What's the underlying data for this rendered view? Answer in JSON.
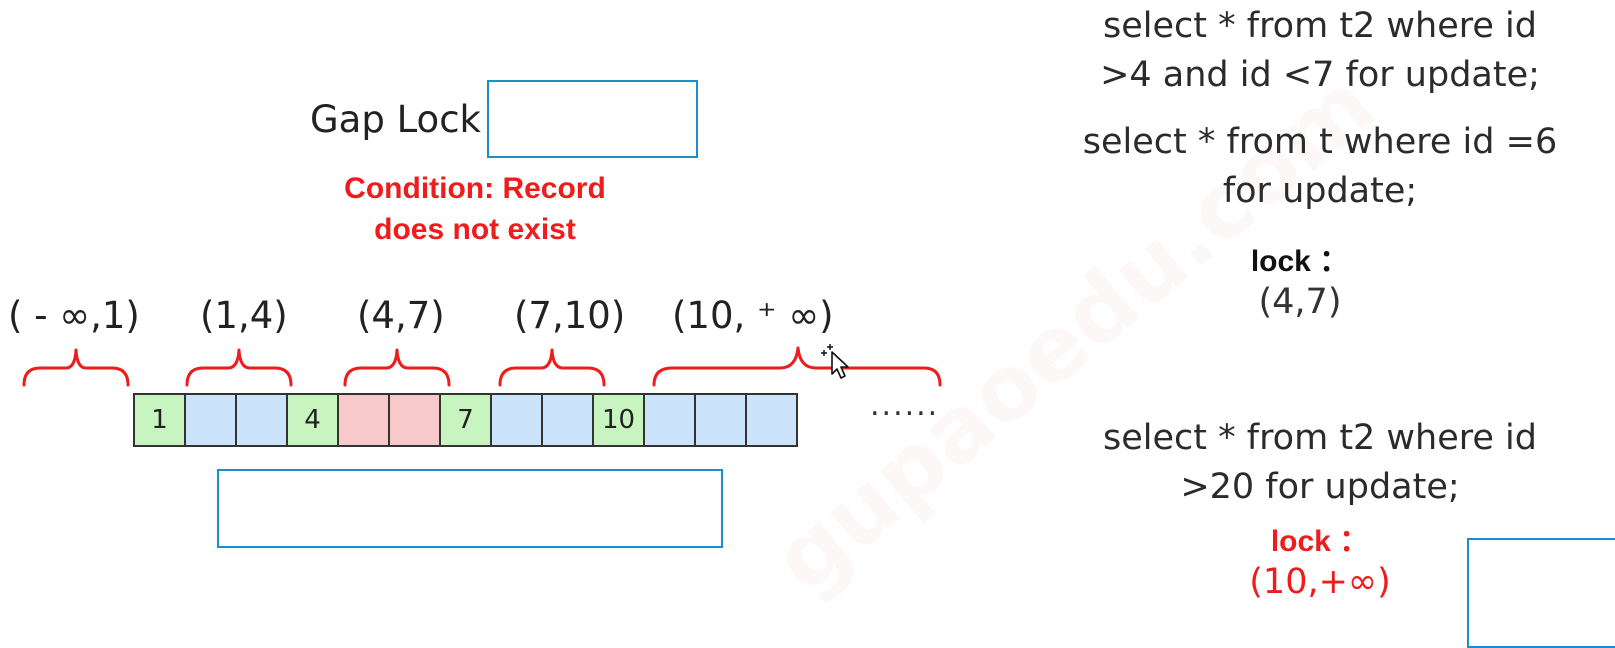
{
  "diagram": {
    "title": "Gap Lock",
    "condition_line1": "Condition: Record",
    "condition_line2": "does not exist",
    "intervals": [
      "( - ∞,1)",
      "(1,4)",
      "(4,7)",
      "(7,10)",
      "(10,  ⁺ ∞)"
    ],
    "cells": [
      {
        "label": "1",
        "kind": "record"
      },
      {
        "label": "",
        "kind": "gap"
      },
      {
        "label": "",
        "kind": "gap"
      },
      {
        "label": "4",
        "kind": "record"
      },
      {
        "label": "",
        "kind": "locked"
      },
      {
        "label": "",
        "kind": "locked"
      },
      {
        "label": "7",
        "kind": "record"
      },
      {
        "label": "",
        "kind": "gap"
      },
      {
        "label": "",
        "kind": "gap"
      },
      {
        "label": "10",
        "kind": "record"
      },
      {
        "label": "",
        "kind": "gap"
      },
      {
        "label": "",
        "kind": "gap"
      },
      {
        "label": "",
        "kind": "gap"
      }
    ],
    "ellipsis": "......",
    "colors": {
      "record": "#c8f4c0",
      "gap": "#cce4fb",
      "locked": "#f8c9cb",
      "brace": "#ee1c1c",
      "outline": "#1b8fc8",
      "highlight": "#ee1c1c"
    }
  },
  "examples": {
    "ex1_line1": "select * from t2 where id",
    "ex1_line2": ">4 and id <7 for update;",
    "ex2_line1": "select * from t where id =6",
    "ex2_line2": "for update;",
    "lock1_label": "lock ：",
    "lock1_range": "(4,7)",
    "ex3_line1": "select * from t2 where id",
    "ex3_line2": ">20 for update;",
    "lock2_label": "lock ：",
    "lock2_range": "(10,+∞)"
  }
}
